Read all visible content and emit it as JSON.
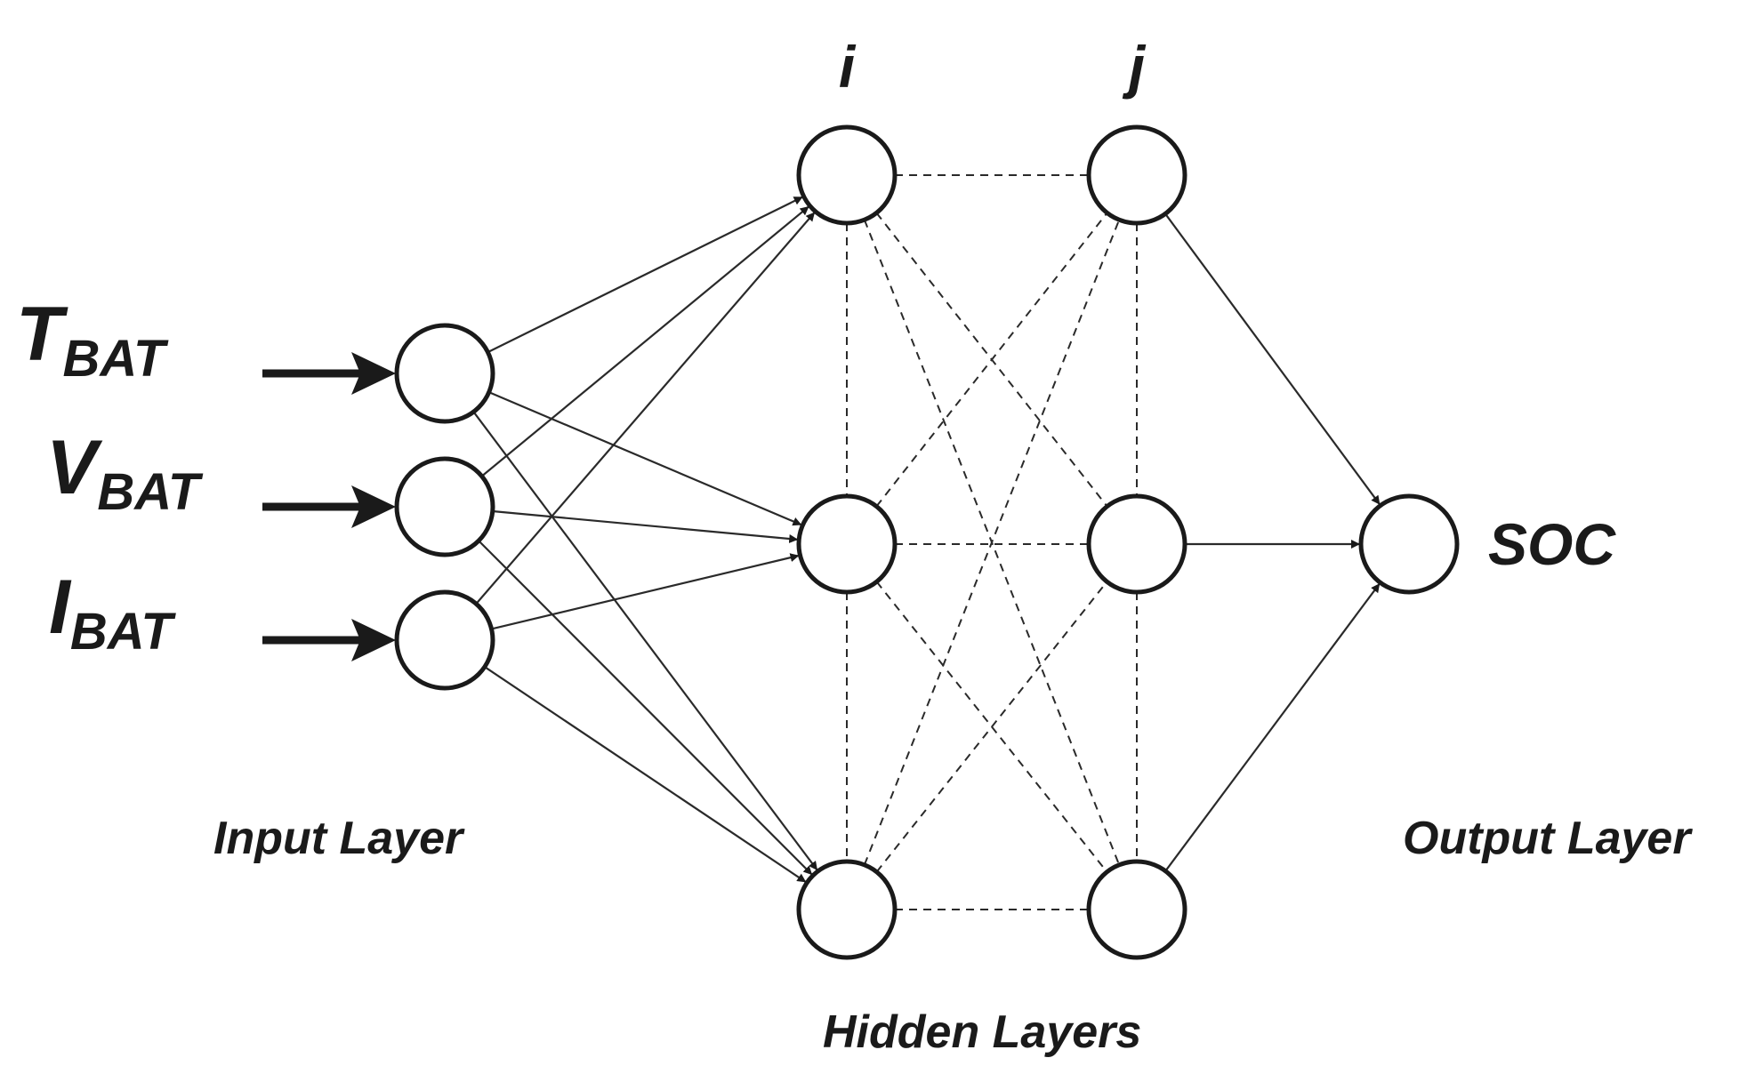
{
  "inputs": [
    {
      "main": "T",
      "sub": "BAT"
    },
    {
      "main": "V",
      "sub": "BAT"
    },
    {
      "main": "I",
      "sub": "BAT"
    }
  ],
  "hidden_column_labels": [
    "i",
    "j"
  ],
  "output_label": "SOC",
  "layer_labels": {
    "input": "Input Layer",
    "hidden": "Hidden Layers",
    "output": "Output Layer"
  }
}
